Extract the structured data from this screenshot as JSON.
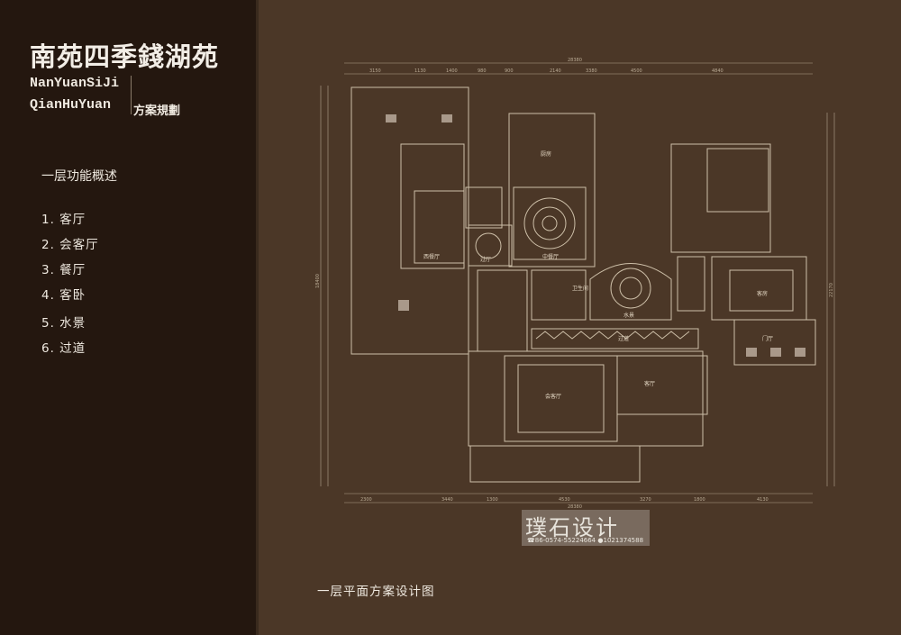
{
  "project": {
    "title": "南苑四季錢湖苑",
    "en_line1": "NanYuanSiJi",
    "en_line2": "QianHuYuan",
    "subtitle": "方案規劃"
  },
  "section_title": "一层功能概述",
  "functions": [
    "1. 客厅",
    "2. 会客厅",
    "3. 餐厅",
    "4. 客卧",
    "5. 水景",
    "6. 过道"
  ],
  "caption": "一层平面方案设计图",
  "rooms": {
    "kitchen": "厨房",
    "western_dining": "西餐厅",
    "chinese_dining": "中餐厅",
    "hall": "过厅",
    "guest_reception": "会客厅",
    "living": "客厅",
    "guest_room": "客房",
    "foyer": "门厅",
    "bathroom": "卫生间",
    "corridor": "过道",
    "water": "水景"
  },
  "dimensions": {
    "top_total": "28380",
    "bottom_total": "28380",
    "left_total": "18400",
    "right_total": "22170",
    "top": [
      "3150",
      "1130",
      "1400",
      "980",
      "900",
      "2140",
      "3380",
      "4500",
      "4840"
    ],
    "bottom": [
      "2300",
      "3440",
      "1300",
      "4530",
      "3270",
      "1800",
      "4130"
    ]
  },
  "watermark": {
    "name": "璞石设计",
    "phone": "86-0574-55224664",
    "qq": "1021374588"
  },
  "colors": {
    "left_panel": "#24170f",
    "background": "#4b3727",
    "line": "#cdbfa8"
  }
}
